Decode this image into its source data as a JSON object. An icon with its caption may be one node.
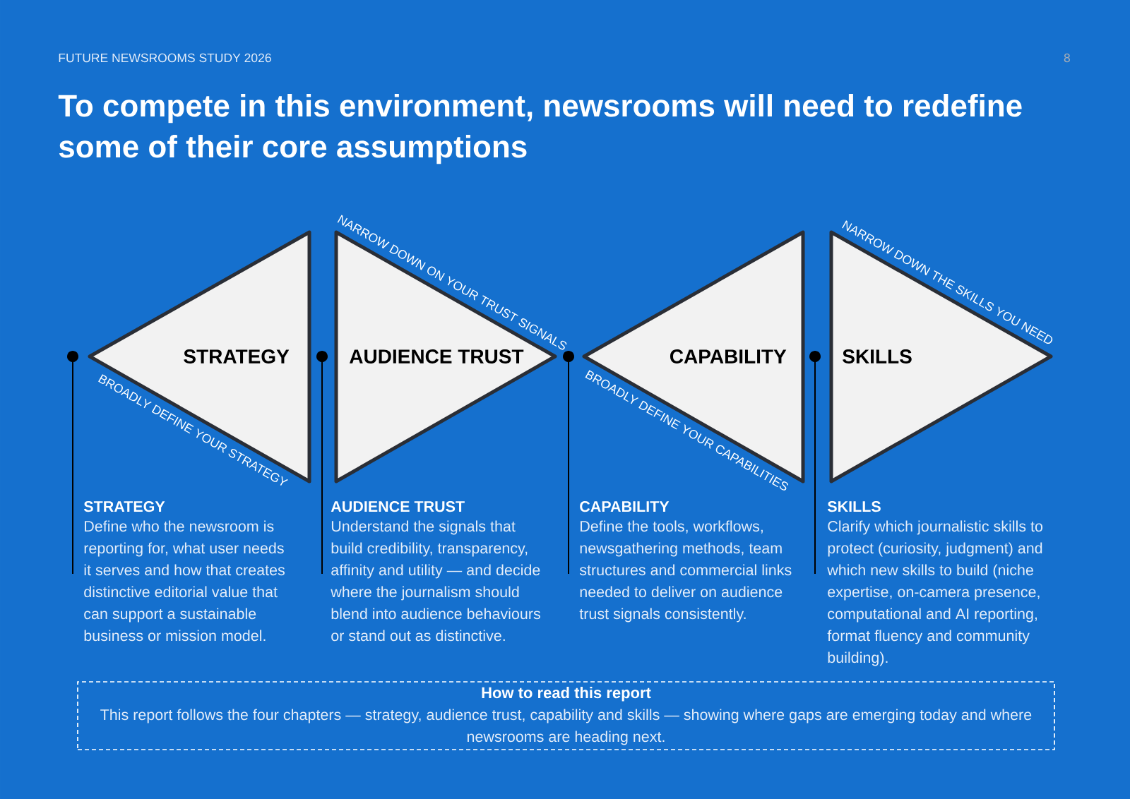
{
  "diagram": {
    "title": "To compete in this environment, newsrooms will need to redefine some of their core assumptions",
    "nodes": [
      {
        "text": [
          "STRATEGY"
        ],
        "beside": [
          "BROADLY DEFINE YOUR STRATEGY"
        ]
      },
      {
        "text": [
          "AUDIENCE TRUST"
        ],
        "beside": [
          "NARROW DOWN ON YOUR TRUST SIGNALS"
        ]
      },
      {
        "text": [
          "CAPABILITY"
        ],
        "beside": [
          "BROADLY DEFINE YOUR CAPABILITIES"
        ]
      },
      {
        "text": [
          "SKILLS"
        ],
        "beside": [
          "NARROW DOWN THE SKILLS YOU NEED"
        ]
      },
      {
        "text": [
          "How to read this report",
          "This report follows the four chapters — strategy, audience trust, capability and skills — showing where gaps are emerging today and where newsrooms are heading next."
        ]
      }
    ],
    "labels": [
      "FUTURE NEWSROOMS STUDY 2026",
      "8",
      "STRATEGY",
      "Define who the newsroom is reporting for, what user needs it serves and how that creates distinctive editorial value that can support a sustainable business or mission model.",
      "AUDIENCE TRUST",
      "Understand the signals that build credibility, transparency, affinity and utility — and decide where the journalism should blend into audience behaviours or stand out as distinctive.",
      "CAPABILITY",
      "Define the tools, workflows, newsgathering methods, team structures and commercial links needed to deliver on audience trust signals consistently.",
      "SKILLS",
      "Clarify which journalistic skills to protect (curiosity, judgment) and which new skills to build (niche expertise, on-camera presence, computational and AI reporting, format fluency and community building)."
    ]
  }
}
